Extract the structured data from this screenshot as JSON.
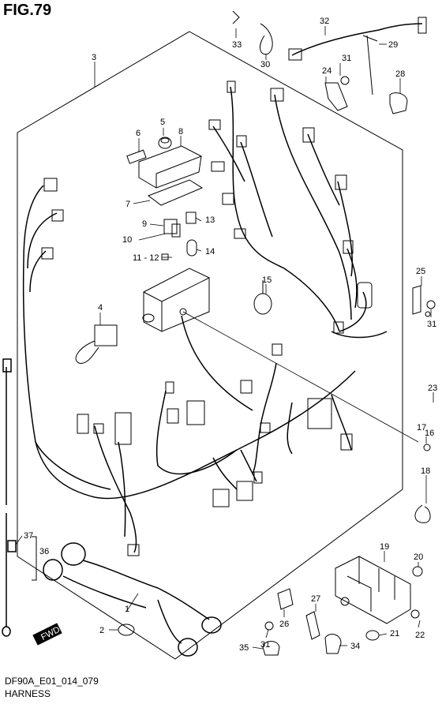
{
  "figure": {
    "title": "FIG.79",
    "code": "DF90A_E01_014_079",
    "caption": "HARNESS"
  },
  "callouts": [
    "1",
    "2",
    "3",
    "4",
    "5",
    "6",
    "7",
    "8",
    "9",
    "10",
    "11",
    "12",
    "13",
    "14",
    "15",
    "16",
    "17",
    "18",
    "19",
    "20",
    "21",
    "22",
    "23",
    "24",
    "25",
    "26",
    "27",
    "28",
    "29",
    "30",
    "31",
    "31",
    "31",
    "32",
    "33",
    "34",
    "35",
    "36",
    "37"
  ]
}
